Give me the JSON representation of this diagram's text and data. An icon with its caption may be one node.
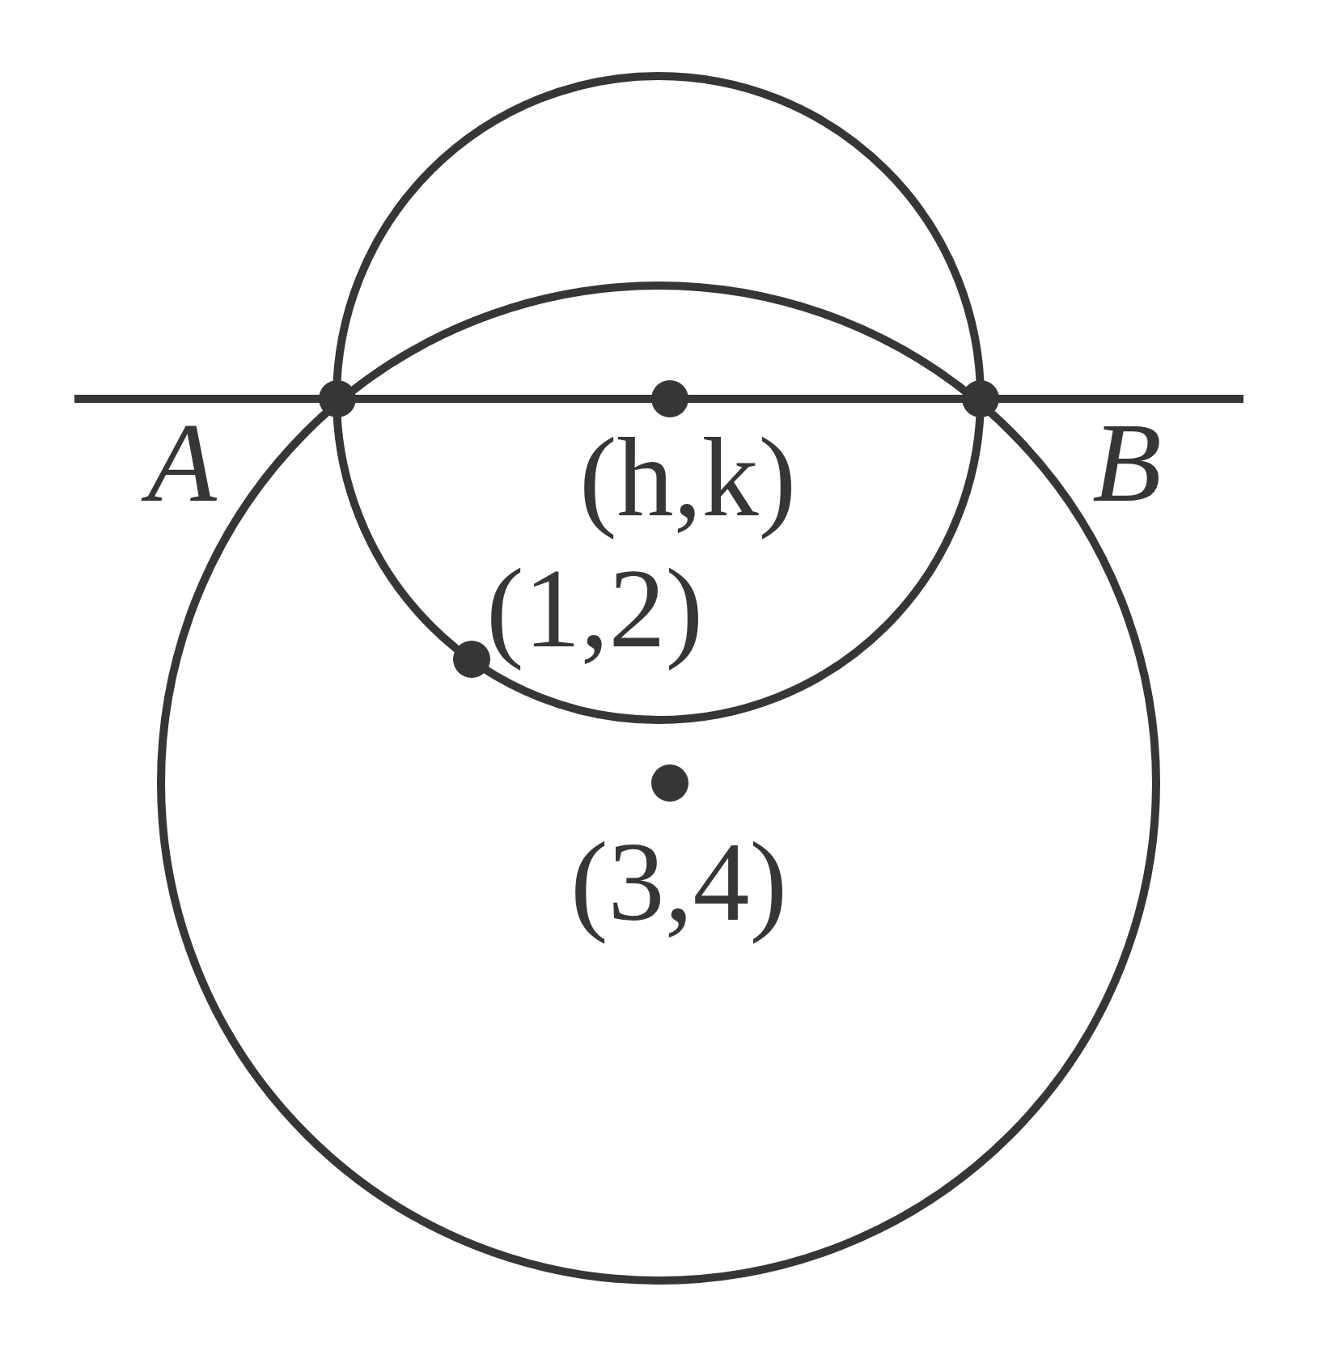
{
  "diagram": {
    "labels": [
      "A",
      "(h,k)",
      "B",
      "(1,2)",
      "(3,4)"
    ]
  }
}
